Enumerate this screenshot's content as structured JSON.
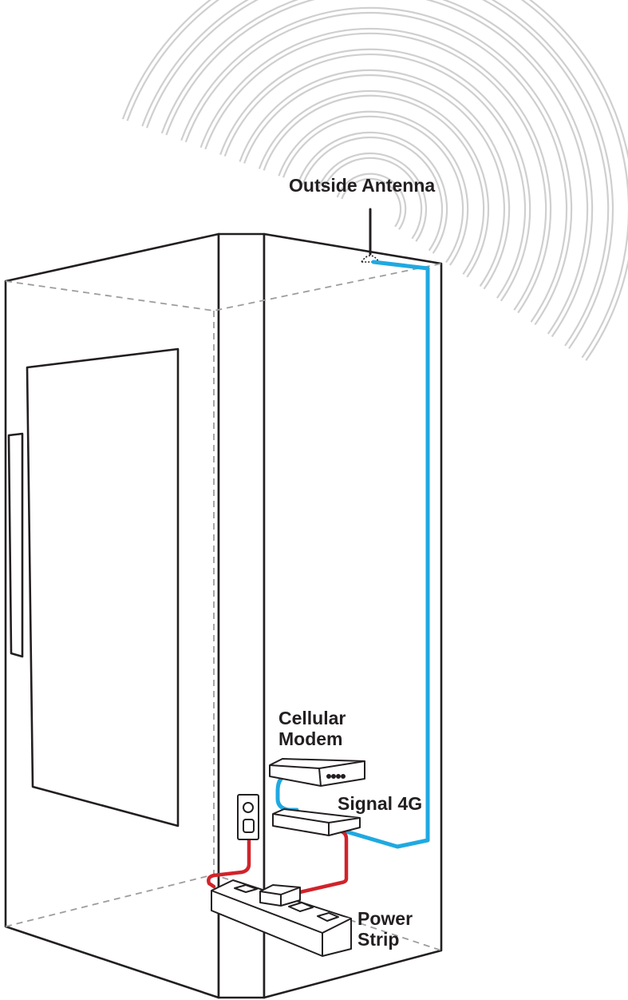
{
  "labels": {
    "outside_antenna": "Outside Antenna",
    "cellular_modem": [
      "Cellular",
      "Modem"
    ],
    "signal_booster": "Signal 4G",
    "power_strip": [
      "Power",
      "Strip"
    ]
  },
  "colors": {
    "outline": "#231f20",
    "dashed": "#9d9d9d",
    "waves": "#cfcfcf",
    "antenna_cable": "#1fa9e1",
    "power_cable": "#d1232a"
  }
}
